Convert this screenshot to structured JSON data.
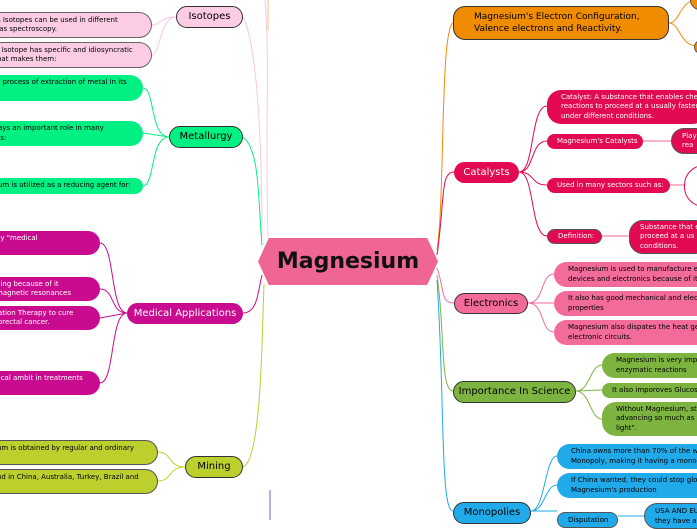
{
  "center": "Magnesium",
  "isotopes": {
    "label": "Isotopes",
    "items": [
      "s Isotopes can be used in different\n as spectroscopy.",
      "f Isotope has specific and idiosyncratic\nhat makes them:"
    ]
  },
  "metallurgy": {
    "label": "Metallurgy",
    "items": [
      "e process of extraction of metal in its",
      "lays an important role in many\nes:",
      "ium is utilized as a reducing agent for:"
    ]
  },
  "medical": {
    "label": "Medical Applications",
    "items": [
      "ny \"medical",
      "ging because of it\nmagnetic resonances",
      "iation Therapy to cure\nlorectal cancer.",
      "tical ambit in treatments"
    ]
  },
  "mining": {
    "label": "Mining",
    "items": [
      "um is obtained by regular and ordinary",
      "nd in China, Australia, Turkey, Brazil and"
    ]
  },
  "electron": {
    "label": "Magnesium's Electron Configuration,\nValence electrons and Reactivity."
  },
  "catalysts": {
    "label": "Catalysts",
    "items": [
      "Catalyst: A substance that enables chem\nreactions to proceed at a usually faster r\nunder different conditions.",
      "Magnesium's Catalysts",
      "Used in many sectors such as:",
      "Definition:"
    ],
    "sub": [
      "Play\nrea",
      "",
      "Substance that e\nproceed at a us\nconditions."
    ]
  },
  "electronics": {
    "label": "Electronics",
    "items": [
      "Magnesium is used to manufacture el\ndevices and electronics because of its",
      "It also has good mechanical and elect\nproperties",
      "Magnesium also dispates the heat gen\nelectronic circuits."
    ]
  },
  "science": {
    "label": "Importance In Science",
    "items": [
      "Magnesium is very imp\nenzymatic reactions",
      "It also imporoves Glucose",
      "Without Magnesium, st\nadvancing so much as M\nlight\"."
    ]
  },
  "monopolies": {
    "label": "Monopolies",
    "items": [
      "China owns more than 70% of the wo\nMonopoly, making it having a monop",
      "If China wanted, they could stop glob\nMagnesium's production",
      "Disputation"
    ],
    "sub": [
      "USA AND EU\nthey have a"
    ]
  },
  "colors": {
    "isotopes": "#fccce4",
    "metallurgy": "#00f083",
    "medical": "#c90c8f",
    "mining": "#bccf2d",
    "electron": "#f08c00",
    "catalysts": "#e20a50",
    "electronics": "#f36b9b",
    "science": "#7db440",
    "monopolies": "#21aae9",
    "center": "#ef6594"
  }
}
